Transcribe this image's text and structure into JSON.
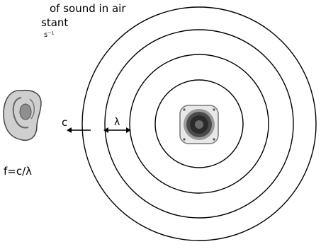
{
  "caption": {
    "line1": "of sound in air",
    "line2": "stant",
    "line3": "s⁻¹"
  },
  "labels": {
    "c": "c",
    "lambda": "λ",
    "formula": "f=c/λ"
  },
  "colors": {
    "stroke": "#000000",
    "speaker_rim": "#9a9a9a",
    "speaker_cone": "#2b2b2b",
    "ear": "#cfcfcf"
  },
  "icons": [
    "ear-icon",
    "speaker-icon",
    "left-arrow-icon",
    "double-arrow-icon"
  ]
}
